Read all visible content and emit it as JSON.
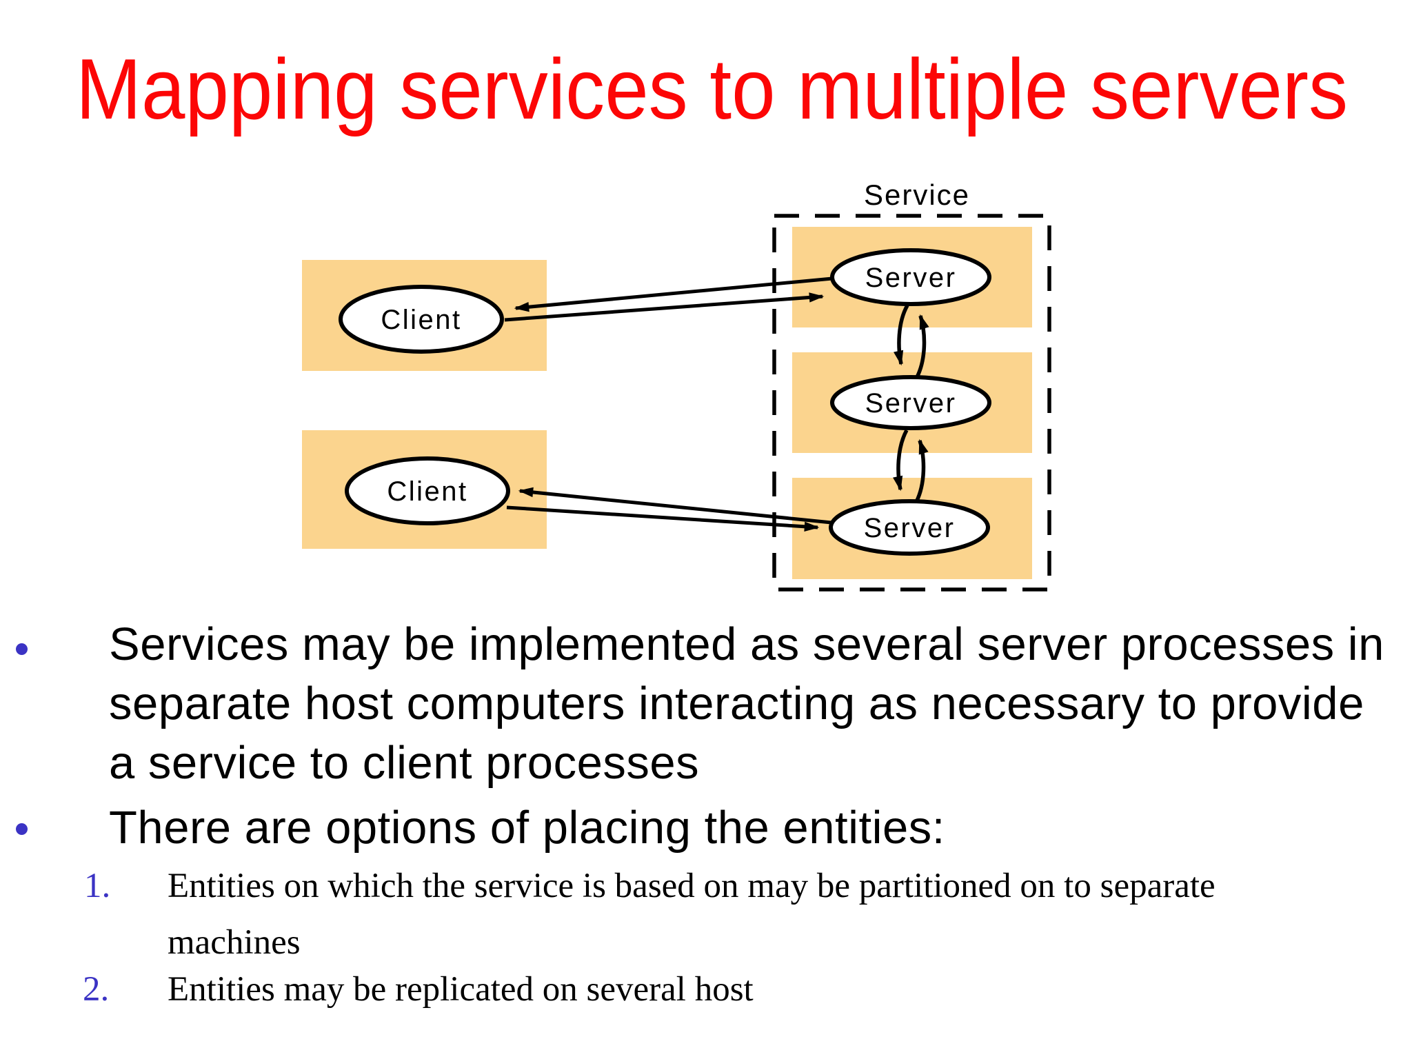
{
  "title": {
    "text": "Mapping services to multiple servers"
  },
  "colors": {
    "title_red": "#fc0606",
    "marker_blue": "#3b33c4",
    "host_box_orange": "#fbd48e",
    "diagram_stroke": "#000000"
  },
  "diagram": {
    "service_label": "Service",
    "client_labels": [
      "Client",
      "Client"
    ],
    "server_labels": [
      "Server",
      "Server",
      "Server"
    ]
  },
  "bullets": [
    {
      "marker": "•",
      "lines": [
        "Services may be implemented as several server processes in",
        "separate host computers interacting as necessary to provide",
        "a service to client processes"
      ]
    },
    {
      "marker": "•",
      "lines": [
        "There are options of placing the entities:"
      ]
    }
  ],
  "numbered_items": [
    {
      "number": "1.",
      "lines": [
        "Entities on which the service is based on may be partitioned on to separate",
        "machines"
      ]
    },
    {
      "number": "2.",
      "lines": [
        "Entities may be replicated on several host"
      ]
    }
  ]
}
